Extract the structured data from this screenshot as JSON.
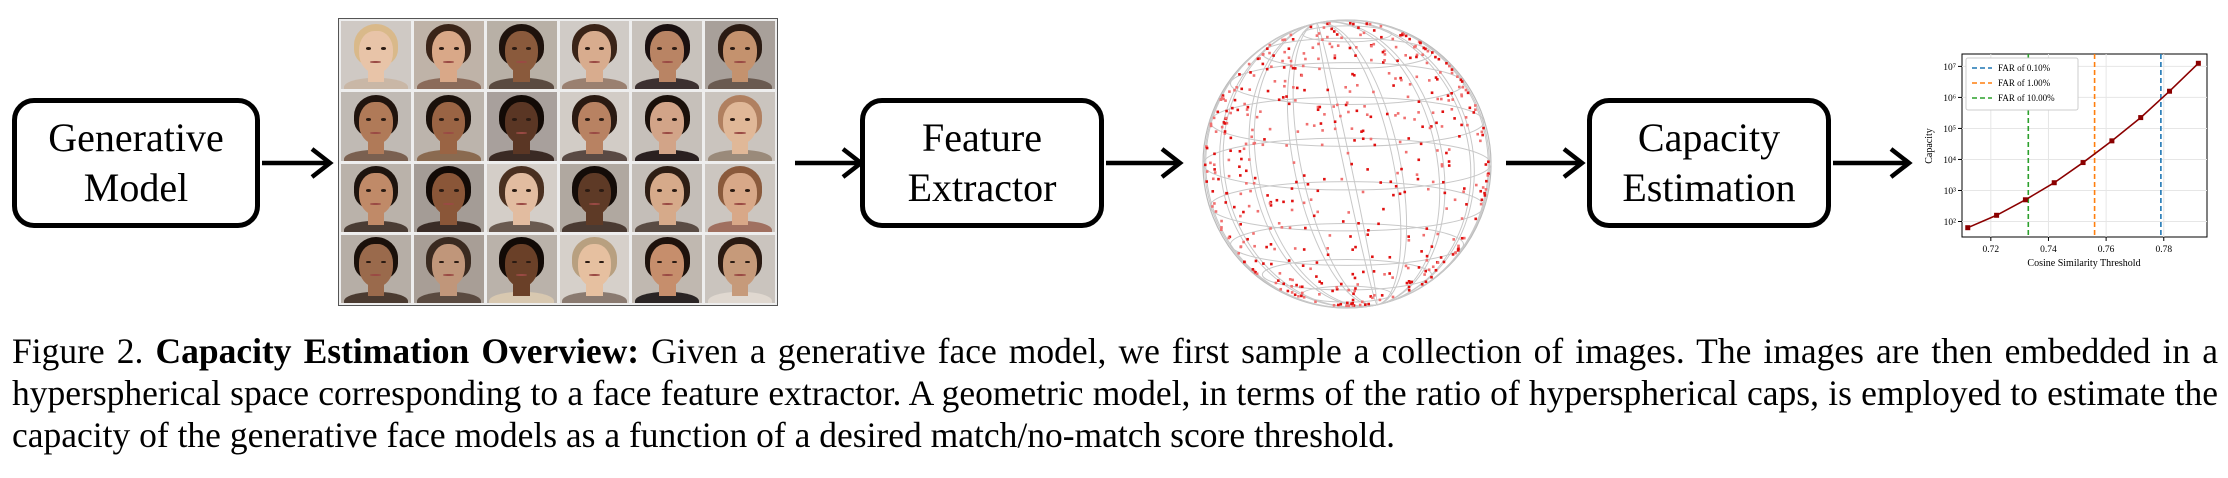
{
  "flow": {
    "generative_model": [
      "Generative",
      "Model"
    ],
    "feature_extractor": [
      "Feature",
      "Extractor"
    ],
    "capacity_estimation": [
      "Capacity",
      "Estimation"
    ]
  },
  "faces": [
    {
      "skin": "#e8c4a8",
      "hair": "#d9b98a",
      "bg": "#cfc9c4",
      "shirt": "#c9b7a6"
    },
    {
      "skin": "#d9a888",
      "hair": "#3a2418",
      "bg": "#bfb3a8",
      "shirt": "#8b6b5a"
    },
    {
      "skin": "#8a5a3c",
      "hair": "#1e120c",
      "bg": "#b8b0a6",
      "shirt": "#5a4a40"
    },
    {
      "skin": "#d8ac8e",
      "hair": "#3a2418",
      "bg": "#d0cbc6",
      "shirt": "#9a8070"
    },
    {
      "skin": "#b98464",
      "hair": "#1a1010",
      "bg": "#c8c2bc",
      "shirt": "#3c3030"
    },
    {
      "skin": "#c4926e",
      "hair": "#2a1a12",
      "bg": "#a8a09a",
      "shirt": "#6a5a50"
    },
    {
      "skin": "#b07a58",
      "hair": "#20140e",
      "bg": "#c0bab4",
      "shirt": "#7a6050"
    },
    {
      "skin": "#9a6444",
      "hair": "#1a100a",
      "bg": "#bcb4ac",
      "shirt": "#8a6a50"
    },
    {
      "skin": "#5a3624",
      "hair": "#120a06",
      "bg": "#a8a09c",
      "shirt": "#3a2a24"
    },
    {
      "skin": "#b88262",
      "hair": "#2a1a12",
      "bg": "#d2ccc6",
      "shirt": "#5a4a44"
    },
    {
      "skin": "#d2a488",
      "hair": "#1a100a",
      "bg": "#c6c0ba",
      "shirt": "#2a2020"
    },
    {
      "skin": "#e0b898",
      "hair": "#b08060",
      "bg": "#cac4be",
      "shirt": "#9a8a7a"
    },
    {
      "skin": "#c08a68",
      "hair": "#1e140e",
      "bg": "#bab2aa",
      "shirt": "#4a3c34"
    },
    {
      "skin": "#8a5638",
      "hair": "#120a06",
      "bg": "#a49c96",
      "shirt": "#3a2c26"
    },
    {
      "skin": "#e2bca0",
      "hair": "#4a3020",
      "bg": "#d4cec8",
      "shirt": "#6a5a50"
    },
    {
      "skin": "#5e3a26",
      "hair": "#140c08",
      "bg": "#b0a8a0",
      "shirt": "#4a3a32"
    },
    {
      "skin": "#d6aa8a",
      "hair": "#2e1e14",
      "bg": "#c4beb8",
      "shirt": "#5a4c44"
    },
    {
      "skin": "#d8a888",
      "hair": "#8a5a3c",
      "bg": "#ccc6c0",
      "shirt": "#a07060"
    },
    {
      "skin": "#9a6a4c",
      "hair": "#1a100a",
      "bg": "#b6aea6",
      "shirt": "#4a3a30"
    },
    {
      "skin": "#c0967a",
      "hair": "#3a2a20",
      "bg": "#a89e96",
      "shirt": "#5a4a40"
    },
    {
      "skin": "#6a4028",
      "hair": "#120a06",
      "bg": "#bab2aa",
      "shirt": "#d8c8b0"
    },
    {
      "skin": "#e6c0a0",
      "hair": "#b8a080",
      "bg": "#d6d0ca",
      "shirt": "#8a7a70"
    },
    {
      "skin": "#c68e6c",
      "hair": "#1e120c",
      "bg": "#c0b8b0",
      "shirt": "#2a2424"
    },
    {
      "skin": "#c69a7a",
      "hair": "#2a1a12",
      "bg": "#cac4be",
      "shirt": "#e0d8d0"
    }
  ],
  "chart_data": {
    "type": "line",
    "xlabel": "Cosine Similarity Threshold",
    "ylabel": "Capacity",
    "xlim": [
      0.71,
      0.795
    ],
    "yscale": "log",
    "ylim_exp": [
      1.5,
      7.4
    ],
    "xticks": [
      "0.72",
      "0.74",
      "0.76",
      "0.78"
    ],
    "xtick_values": [
      0.72,
      0.74,
      0.76,
      0.78
    ],
    "yticks": [
      "10²",
      "10³",
      "10⁴",
      "10⁵",
      "10⁶",
      "10⁷"
    ],
    "ytick_exps": [
      2,
      3,
      4,
      5,
      6,
      7
    ],
    "legend_position": "top-left",
    "series": [
      {
        "color": "#8b0000",
        "x": [
          0.712,
          0.722,
          0.732,
          0.742,
          0.752,
          0.762,
          0.772,
          0.782,
          0.792
        ],
        "y_log10": [
          1.8,
          2.2,
          2.7,
          3.25,
          3.9,
          4.6,
          5.35,
          6.2,
          7.1
        ]
      }
    ],
    "thresholds": [
      {
        "name": "FAR of 0.10%",
        "x": 0.779,
        "color": "#1f77b4"
      },
      {
        "name": "FAR of 1.00%",
        "x": 0.756,
        "color": "#ff7f0e"
      },
      {
        "name": "FAR of 10.00%",
        "x": 0.733,
        "color": "#2ca02c"
      }
    ]
  },
  "caption": {
    "prefix": "Figure 2. ",
    "bold": "Capacity Estimation Overview:",
    "body": " Given a generative face model, we first sample a collection of images. The images are then embedded in a hyperspherical space corresponding to a face feature extractor. A geometric model, in terms of the ratio of hyperspherical caps, is employed to estimate the capacity of the generative face models as a function of a desired match/no-match score threshold."
  }
}
